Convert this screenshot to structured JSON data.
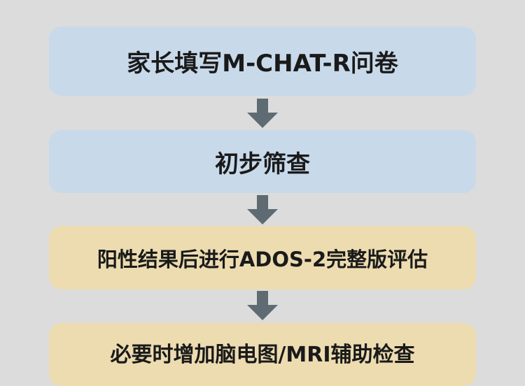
{
  "steps": [
    {
      "label": "家长填写M-CHAT-R问卷",
      "color": "#c8d9ea"
    },
    {
      "label": "初步筛查",
      "color": "#c8d9ea"
    },
    {
      "label": "阳性结果后进行ADOS-2完整版评估",
      "color": "#ecdcb0"
    },
    {
      "label": "必要时增加脑电图/MRI辅助检查",
      "color": "#ecdcb0"
    }
  ],
  "arrow_color": "#5f6b73"
}
